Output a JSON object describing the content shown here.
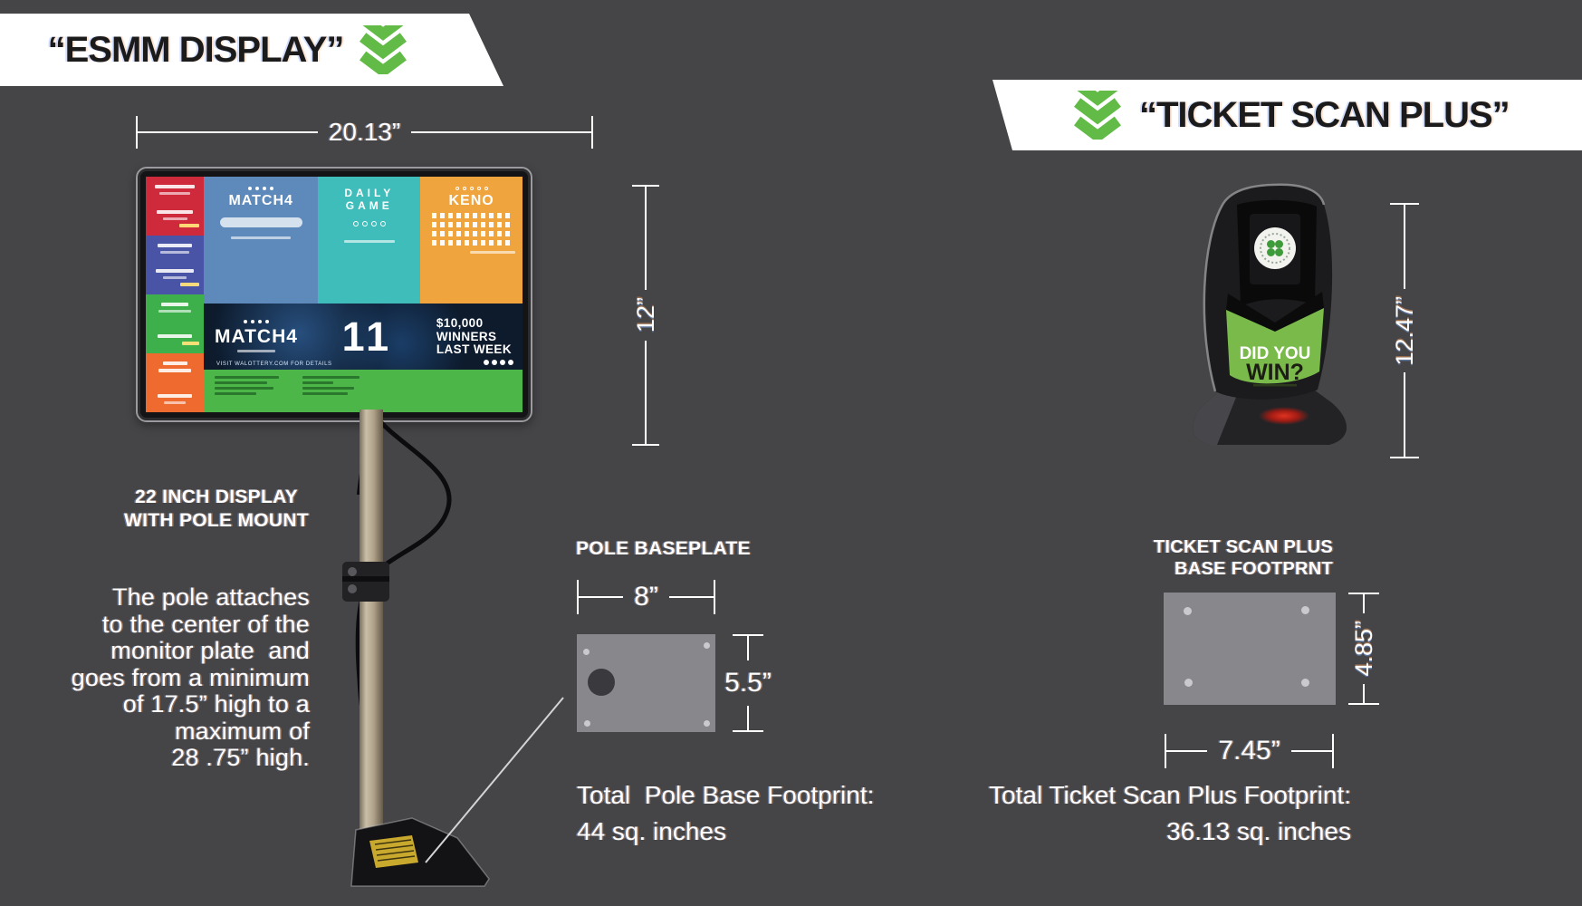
{
  "colors": {
    "background": "#454548",
    "accent_green": "#62bb46",
    "banner_bg": "#ffffff",
    "plate_gray": "#88888c",
    "screen_red": "#cf2a3c",
    "screen_blue": "#4a54a6",
    "screen_green": "#3eb04b",
    "screen_orange": "#ef6a2e",
    "screen_match4": "#5d89bb",
    "screen_daily": "#3fbdbb",
    "screen_keno": "#f0a43e",
    "screen_band": "#0d1b2d",
    "screen_strip": "#4cb648"
  },
  "esmm_panel": {
    "banner_title": "“ESMM DISPLAY”",
    "dim_width": "20.13”",
    "dim_height": "12”",
    "caption_line1": "22 INCH DISPLAY",
    "caption_line2": "WITH POLE MOUNT",
    "pole_note": "The pole attaches\nto the center of the\nmonitor plate  and\ngoes from a minimum\nof 17.5” high to a\nmaximum of\n28 .75” high.",
    "screen": {
      "match4_logo": "MATCH4",
      "daily_line1": "DAILY",
      "daily_line2": "GAME",
      "keno": "KENO",
      "band_match4": "MATCH4",
      "band_number": "11",
      "prize_line1": "$10,000",
      "prize_line2": "WINNERS",
      "prize_line3": "LAST WEEK",
      "ticker": "VISIT WALOTTERY.COM FOR DETAILS"
    },
    "baseplate": {
      "title": "POLE BASEPLATE",
      "dim_width": "8”",
      "dim_height": "5.5”",
      "total": "Total  Pole Base Footprint:\n44 sq. inches"
    }
  },
  "ticket_panel": {
    "banner_title": "“TICKET SCAN PLUS”",
    "dim_height": "12.47”",
    "device_line1": "DID YOU",
    "device_line2": "WIN?",
    "footprint_title": "TICKET SCAN PLUS\nBASE FOOTPRNT",
    "dim_width": "7.45”",
    "dim_depth": "4.85”",
    "total": "Total Ticket Scan Plus Footprint:\n36.13 sq. inches"
  }
}
